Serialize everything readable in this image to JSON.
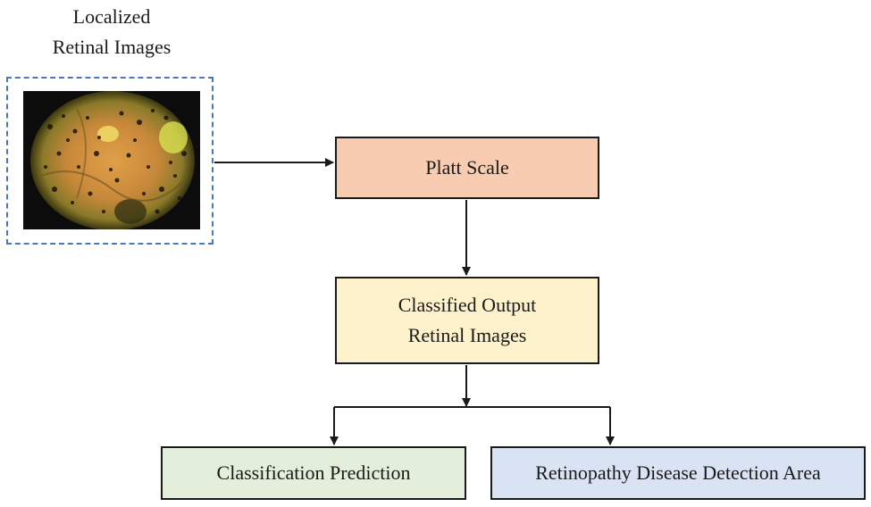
{
  "input": {
    "label_line1": "Localized",
    "label_line2": "Retinal Images"
  },
  "nodes": {
    "platt": "Platt Scale",
    "classified_line1": "Classified Output",
    "classified_line2": "Retinal Images",
    "prediction": "Classification Prediction",
    "retinopathy": "Retinopathy Disease Detection Area"
  },
  "colors": {
    "platt_fill": "#f8ccb0",
    "classified_fill": "#fef2cc",
    "prediction_fill": "#e3efda",
    "retinopathy_fill": "#dae3f3",
    "frame_border": "#4a78c0"
  }
}
